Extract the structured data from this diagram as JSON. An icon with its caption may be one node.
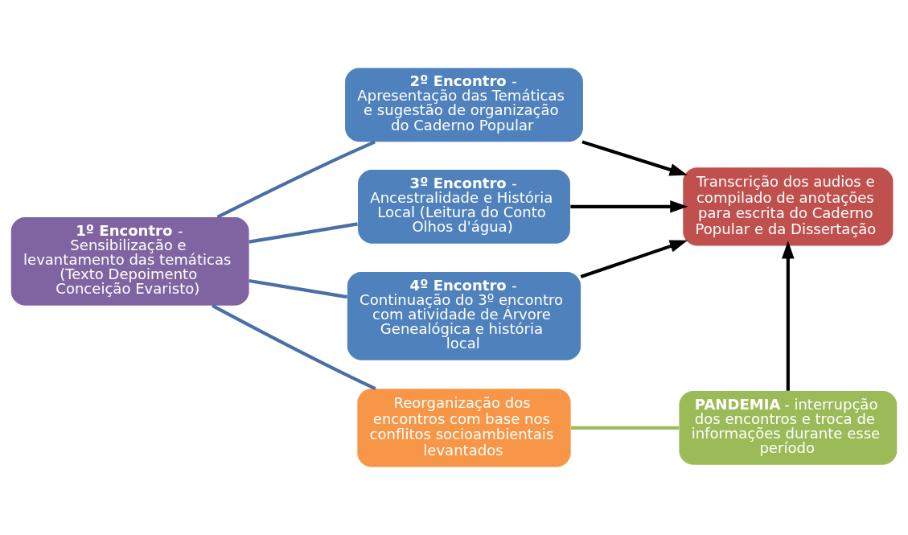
{
  "diagram": {
    "nodes": [
      {
        "text": [
          "**1º Encontro** - Sensibilização e levantamento das temáticas (Texto Depoimento Conceição Evaristo)"
        ]
      },
      {
        "text": [
          "**2º Encontro** - Apresentação das Temáticas e sugestão de organização do Caderno Popular"
        ]
      },
      {
        "text": [
          "**3º Encontro** - Ancestralidade e História Local (Leitura do Conto Olhos d'água)"
        ]
      },
      {
        "text": [
          "**4º Encontro** - Continuação do 3º encontro com atividade de Árvore Genealógica e história local"
        ]
      },
      {
        "text": [
          "Reorganização dos encontros com base nos conflitos socioambientais levantados"
        ]
      },
      {
        "text": [
          "Transcrição dos audios e compilado de anotações para escrita do Caderno Popular e da Dissertação"
        ]
      },
      {
        "text": [
          "**PANDEMIA** - interrupção dos encontros e troca de informações durante esse período"
        ]
      }
    ],
    "edges": [
      {
        "from": 0,
        "to": 1,
        "arrow": "none",
        "color": "#4a6fa5"
      },
      {
        "from": 0,
        "to": 2,
        "arrow": "none",
        "color": "#4a6fa5"
      },
      {
        "from": 0,
        "to": 3,
        "arrow": "none",
        "color": "#4a6fa5"
      },
      {
        "from": 0,
        "to": 4,
        "arrow": "none",
        "color": "#4a6fa5"
      },
      {
        "from": 1,
        "to": 5,
        "arrow": "to",
        "color": "#000000"
      },
      {
        "from": 2,
        "to": 5,
        "arrow": "to",
        "color": "#000000"
      },
      {
        "from": 3,
        "to": 5,
        "arrow": "to",
        "color": "#000000"
      },
      {
        "from": 6,
        "to": 5,
        "arrow": "to",
        "color": "#000000"
      },
      {
        "from": 4,
        "to": 6,
        "arrow": "none",
        "color": "#9bbb59"
      }
    ]
  }
}
